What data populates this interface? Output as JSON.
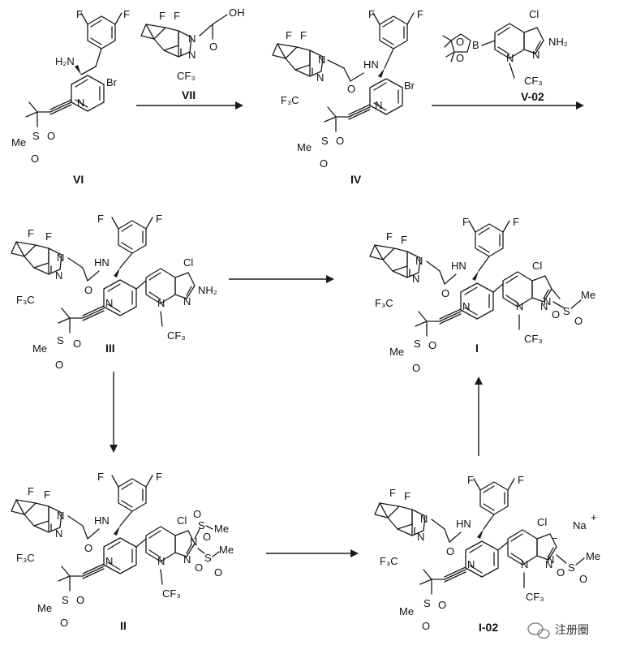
{
  "labels": {
    "vi": "VI",
    "vii": "VII",
    "iv": "IV",
    "v02": "V-02",
    "iii": "III",
    "i": "I",
    "ii": "II",
    "i02": "I-02"
  },
  "atoms": {
    "F": "F",
    "Br": "Br",
    "Cl": "Cl",
    "N": "N",
    "O": "O",
    "S": "S",
    "B": "B",
    "Me": "Me",
    "NH": "NH",
    "H2N": "H₂N",
    "NH2": "NH₂",
    "OH": "OH",
    "HN": "HN",
    "CF3": "CF₃",
    "F3C": "F₃C",
    "Na": "Na",
    "plus": "+",
    "minus": "−"
  },
  "watermark": {
    "text": "注册圈"
  }
}
